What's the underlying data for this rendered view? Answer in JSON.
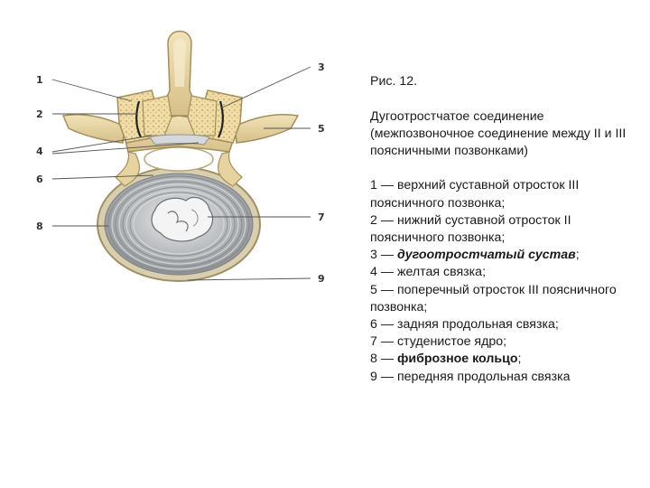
{
  "figure": {
    "labels": [
      "1",
      "2",
      "3",
      "4",
      "5",
      "6",
      "7",
      "8",
      "9"
    ]
  },
  "caption": {
    "title": "Рис. 12.",
    "subtitle": "Дугоотростчатое соединение (межпозвоночное соединение между II и III поясничными позвонками)",
    "items": [
      {
        "number": "1",
        "pre": "1 — верхний суставной отросток III поясничного позвонка;"
      },
      {
        "number": "2",
        "pre": "2 — нижний суставной отросток II поясничного позвонка;"
      },
      {
        "number": "3",
        "pre": "3 — ",
        "emph": "дугоотростчатый сустав",
        "emph_style": "bold-italic",
        "post": ";"
      },
      {
        "number": "4",
        "pre": "4 — желтая связка;"
      },
      {
        "number": "5",
        "pre": "5 — поперечный отросток III поясничного позвонка;"
      },
      {
        "number": "6",
        "pre": "6 — задняя продольная связка;"
      },
      {
        "number": "7",
        "pre": "7 — студенистое ядро;"
      },
      {
        "number": "8",
        "pre": "8 — ",
        "emph": "фиброзное кольцо",
        "emph_style": "bold",
        "post": ";"
      },
      {
        "number": "9",
        "pre": "9 — передняя продольная связка"
      }
    ]
  },
  "colors": {
    "bone": "#e8d6a3",
    "bone_dark": "#c9b27a",
    "disc_gray": "#a9adb0",
    "leader_line": "#555555"
  }
}
